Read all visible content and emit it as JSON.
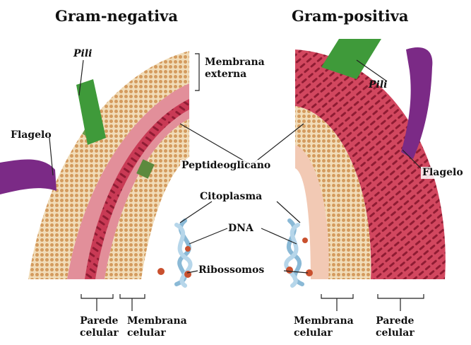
{
  "titles": {
    "left": "Gram-negativa",
    "right": "Gram-positiva"
  },
  "labels": {
    "pili_left": "Pili",
    "pili_right": "Pili",
    "flagelo_left": "Flagelo",
    "flagelo_right": "Flagelo",
    "membrana_externa_1": "Membrana",
    "membrana_externa_2": "externa",
    "peptideoglicano": "Peptideoglicano",
    "citoplasma": "Citoplasma",
    "dna": "DNA",
    "ribossomos": "Ribossomos",
    "bottom_left_parede_1": "Parede",
    "bottom_left_parede_2": "celular",
    "bottom_left_membrana_1": "Membrana",
    "bottom_left_membrana_2": "celular",
    "bottom_right_membrana_1": "Membrana",
    "bottom_right_membrana_2": "celular",
    "bottom_right_parede_1": "Parede",
    "bottom_right_parede_2": "celular"
  },
  "colors": {
    "lipid_head": "#d6a36a",
    "lipid_light": "#f3dfc0",
    "peptidoglycan": "#c93a55",
    "peptidoglycan_dark": "#9e2038",
    "periplasm": "#e9a7a8",
    "pili": "#3f9a3a",
    "flagellum": "#7b2a86",
    "dna": "#8ab9d6",
    "ribosome": "#c9502e"
  }
}
